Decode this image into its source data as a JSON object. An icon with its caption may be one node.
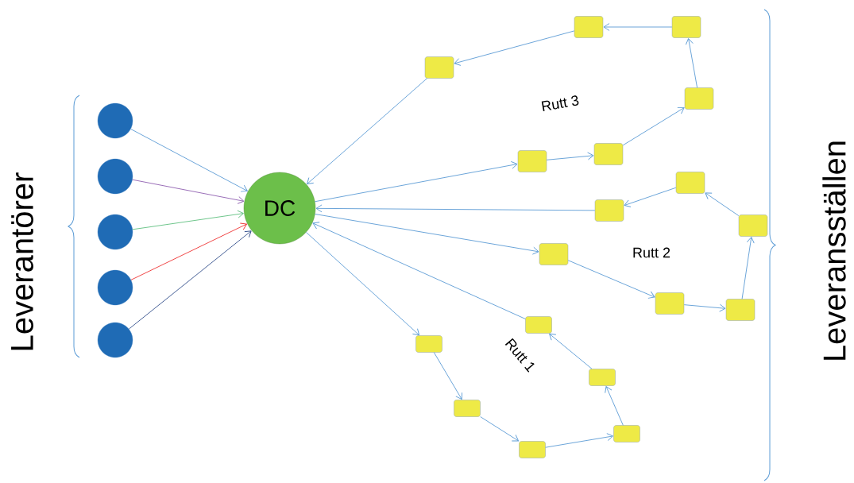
{
  "diagram": {
    "nodes": [
      {
        "text": [],
        "shape": "circle"
      },
      {
        "text": [],
        "shape": "circle"
      },
      {
        "text": [],
        "shape": "circle"
      },
      {
        "text": [],
        "shape": "circle"
      },
      {
        "text": [],
        "shape": "circle"
      },
      {
        "text": [
          "DC"
        ]
      },
      {
        "text": [],
        "shape": "box"
      },
      {
        "text": [],
        "shape": "box"
      },
      {
        "text": [],
        "shape": "box"
      },
      {
        "text": [],
        "shape": "box"
      },
      {
        "text": [],
        "shape": "box"
      },
      {
        "text": [],
        "shape": "box"
      },
      {
        "text": [],
        "shape": "box"
      },
      {
        "text": [],
        "shape": "box"
      },
      {
        "text": [],
        "shape": "box"
      },
      {
        "text": [],
        "shape": "box"
      },
      {
        "text": [],
        "shape": "box"
      },
      {
        "text": [],
        "shape": "box"
      },
      {
        "text": [],
        "shape": "box"
      },
      {
        "text": [],
        "shape": "box"
      },
      {
        "text": [],
        "shape": "box"
      },
      {
        "text": [],
        "shape": "box"
      },
      {
        "text": [],
        "shape": "box"
      },
      {
        "text": [],
        "shape": "box"
      }
    ],
    "edges": [
      {
        "from": 0,
        "to": 5,
        "arrow": "to"
      },
      {
        "from": 1,
        "to": 5,
        "arrow": "to",
        "color": "#8e5fb0"
      },
      {
        "from": 2,
        "to": 5,
        "arrow": "to",
        "color": "#5fbf7f"
      },
      {
        "from": 3,
        "to": 5,
        "arrow": "to",
        "color": "#ee3333"
      },
      {
        "from": 4,
        "to": 5,
        "arrow": "to",
        "color": "#34508c"
      },
      {
        "from": 5,
        "to": 6,
        "arrow": "to"
      },
      {
        "from": 6,
        "to": 7,
        "arrow": "to"
      },
      {
        "from": 7,
        "to": 8,
        "arrow": "to"
      },
      {
        "from": 8,
        "to": 9,
        "arrow": "to"
      },
      {
        "from": 9,
        "to": 10,
        "arrow": "to"
      },
      {
        "from": 10,
        "to": 11,
        "arrow": "to"
      },
      {
        "from": 11,
        "to": 5,
        "arrow": "to"
      },
      {
        "from": 5,
        "to": 12,
        "arrow": "to"
      },
      {
        "from": 12,
        "to": 13,
        "arrow": "to"
      },
      {
        "from": 13,
        "to": 14,
        "arrow": "to"
      },
      {
        "from": 14,
        "to": 15,
        "arrow": "to"
      },
      {
        "from": 15,
        "to": 16,
        "arrow": "to"
      },
      {
        "from": 16,
        "to": 17,
        "arrow": "to"
      },
      {
        "from": 17,
        "to": 5,
        "arrow": "to"
      },
      {
        "from": 5,
        "to": 18,
        "arrow": "to"
      },
      {
        "from": 18,
        "to": 19,
        "arrow": "to"
      },
      {
        "from": 19,
        "to": 20,
        "arrow": "to"
      },
      {
        "from": 20,
        "to": 21,
        "arrow": "to"
      },
      {
        "from": 21,
        "to": 22,
        "arrow": "to"
      },
      {
        "from": 22,
        "to": 23,
        "arrow": "to"
      },
      {
        "from": 23,
        "to": 5,
        "arrow": "to"
      }
    ],
    "labels": [
      "Leverantörer",
      "Rutt 3",
      "Rutt 2",
      "Rutt 1",
      "Leveransställen"
    ]
  }
}
